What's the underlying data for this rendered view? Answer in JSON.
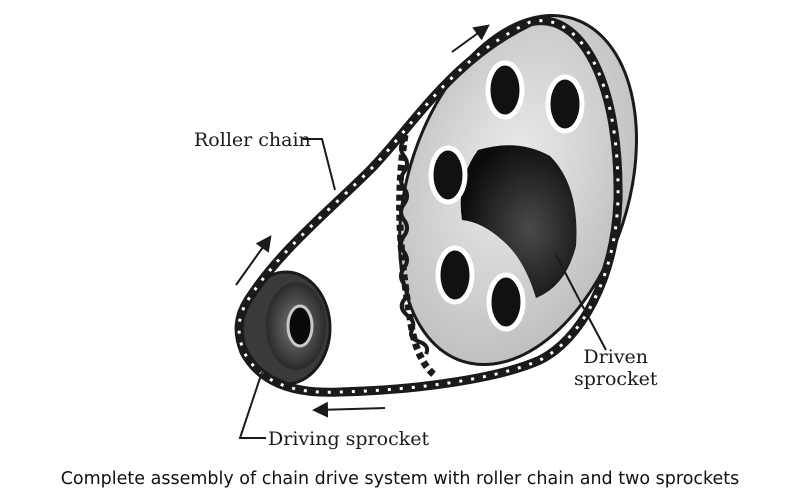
{
  "labels": {
    "roller_chain": "Roller chain",
    "driven_sprocket": "Driven\nsprocket",
    "driving_sprocket": "Driving sprocket"
  },
  "caption": "Complete assembly of chain drive system with roller chain and two sprockets",
  "colors": {
    "ink": "#1a1a1a",
    "disc": "#d9d9d9",
    "background": "#ffffff"
  }
}
